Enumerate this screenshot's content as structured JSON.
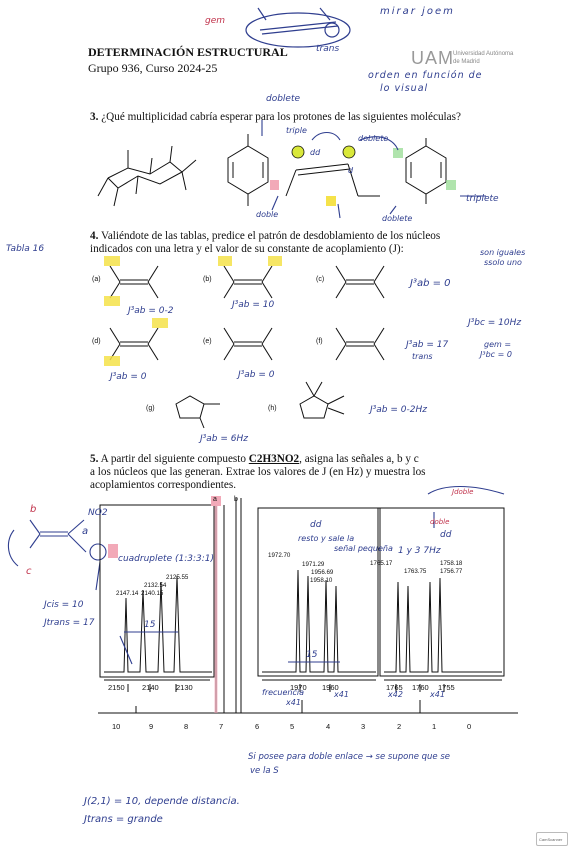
{
  "header": {
    "title": "DETERMINACIÓN ESTRUCTURAL",
    "subtitle": "Grupo 936, Curso 2024-25",
    "logo_text": "UAM",
    "logo_sub1": "Universidad Autónoma",
    "logo_sub2": "de Madrid"
  },
  "q3": {
    "number": "3.",
    "text": "¿Qué multiplicidad cabría esperar para los protones de las siguientes moléculas?"
  },
  "q4": {
    "number": "4.",
    "line1": "Valiéndote de las tablas, predice el patrón de desdoblamiento de los núcleos",
    "line2": "indicados con una letra y el valor de su constante de acoplamiento (J):",
    "labels": [
      "(a)",
      "(b)",
      "(c)",
      "(d)",
      "(e)",
      "(f)",
      "(g)",
      "(h)"
    ]
  },
  "q5": {
    "number": "5.",
    "line1_a": "A partir del siguiente compuesto ",
    "formula": "C2H3NO2",
    "line1_b": ", asigna las señales a, b y c",
    "line2": "a los núcleos que las generan. Extrae los valores de J (en Hz) y muestra los",
    "line3": "acoplamientos correspondientes."
  },
  "spectrum": {
    "axis_ticks": [
      "10",
      "9",
      "8",
      "7",
      "6",
      "5",
      "4",
      "3",
      "2",
      "1",
      "0"
    ],
    "marker_a": "a",
    "marker_b": "b",
    "group_a_peaks": [
      "2147.14",
      "2140.15",
      "2132.54",
      "2125.55"
    ],
    "group_b_peaks": [
      "1972.70",
      "1971.29",
      "1956.69",
      "1958.10"
    ],
    "group_c_peaks": [
      "1765.17",
      "1763.75",
      "1758.18",
      "1756.77"
    ],
    "inset_a_ticks": [
      "2150",
      "2140",
      "2130"
    ],
    "inset_b_ticks": [
      "1970",
      "1960"
    ],
    "inset_c_ticks": [
      "1765",
      "1760",
      "1755"
    ]
  },
  "handwriting": {
    "top_left": "gem",
    "top_right": "mirar joem",
    "trans_top": "trans",
    "orden": "orden en función de",
    "orden2": "lo visual",
    "doblete": "doblete",
    "triple": "triple",
    "dd1": "dd",
    "doblete2": "doblete",
    "doble": "doble",
    "d_small": "d",
    "triplete": "triplete",
    "doblete3": "doblete",
    "tabla": "Tabla 16",
    "son_iguales": "son iguales",
    "son_iguales2": "ssolo uno",
    "j_c": "J³ab = 0",
    "j_b": "J³ab = 10",
    "j_a": "J³ab = 0-2",
    "j_e": "J³ab = 0",
    "j_d": "J³ab = 0",
    "j_f1": "J³bc = 10Hz",
    "j_f2": "J³ab = 17",
    "j_f3": "trans",
    "j_f4": "gem =",
    "j_f5": "J³bc = 0",
    "j_g": "J³ab = 6Hz",
    "j_h": "J³ab = 0-2Hz",
    "cuadruplete": "cuadruplete (1:3:3:1)",
    "jcis": "Jcis = 10",
    "jtrans": "Jtrans = 17",
    "num15a": "15",
    "num15b": "15",
    "dd_b": "dd",
    "resto": "resto y sale la",
    "pequena": "señal pequeña",
    "dd_c": "dd",
    "doble_c": "doble",
    "c_note": "1 y 3 7Hz",
    "jdoble": "Jdoble",
    "frecuencia": "frecuencia",
    "frec2": "x41",
    "x41b": "x41",
    "x42": "x42",
    "x41c": "x41",
    "bottom1": "Si posee para doble enlace → se supone que se",
    "bottom2": "ve la S",
    "bottom3": "J(2,1) = 10, depende distancia.",
    "bottom4": "Jtrans = grande",
    "letter_a": "a",
    "letter_b": "b",
    "letter_c": "c",
    "nitro": "NO2"
  },
  "footer": {
    "scanner": "CamScanner"
  }
}
